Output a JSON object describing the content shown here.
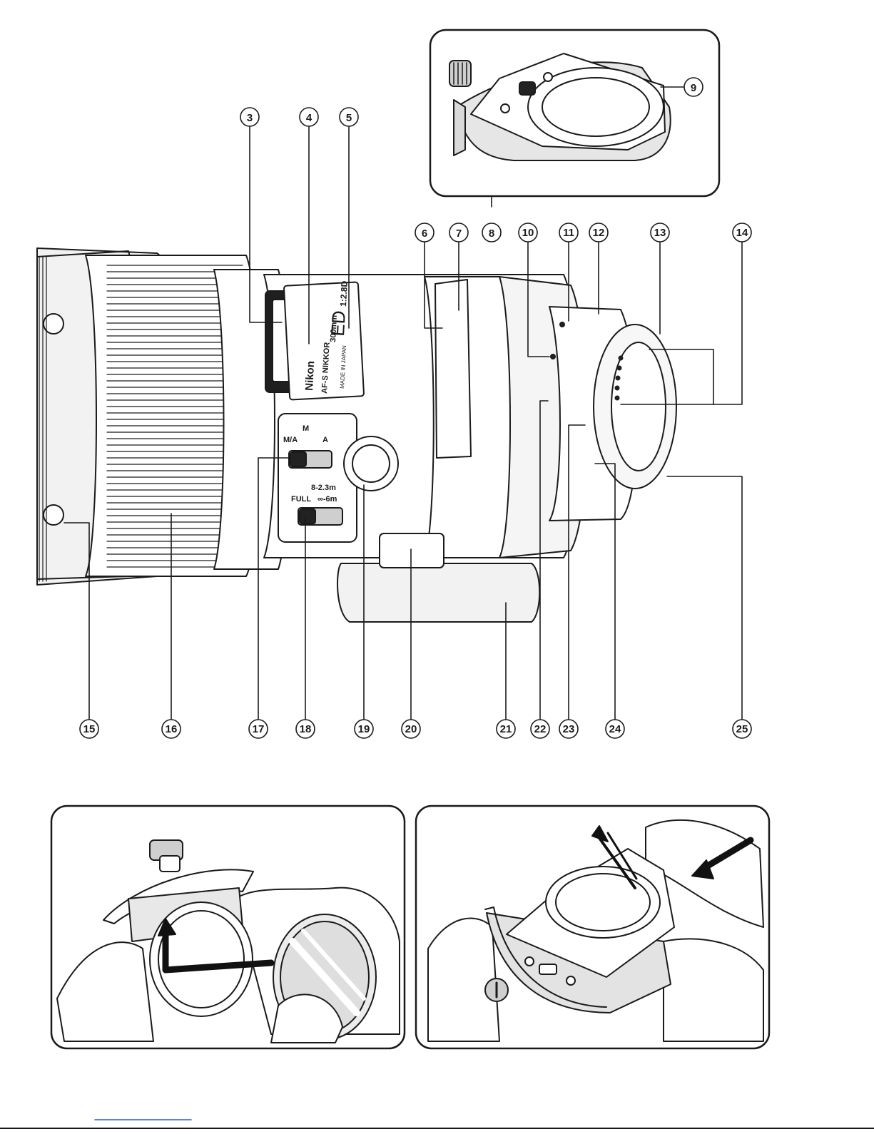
{
  "lens": {
    "brand": "Nikon",
    "mark": "ED",
    "model": "AF-S NIKKOR",
    "focal": "300mm",
    "aperture": "1:2.8D",
    "origin": "MADE IN JAPAN"
  },
  "switches": {
    "focus_mode": {
      "left": "M/A",
      "mid": "M",
      "right": "A"
    },
    "focus_limit": {
      "full": "FULL",
      "near": "8-2.3m",
      "far": "∞-6m"
    }
  },
  "callouts": {
    "c3": "3",
    "c4": "4",
    "c5": "5",
    "c6": "6",
    "c7": "7",
    "c8": "8",
    "c9": "9",
    "c10": "10",
    "c11": "11",
    "c12": "12",
    "c13": "13",
    "c14": "14",
    "c15": "15",
    "c16": "16",
    "c17": "17",
    "c18": "18",
    "c19": "19",
    "c20": "20",
    "c21": "21",
    "c22": "22",
    "c23": "23",
    "c24": "24",
    "c25": "25"
  },
  "colors": {
    "line": "#1a1a1a",
    "fill": "#ffffff",
    "shade": "#d9d9d9",
    "dark": "#222222",
    "footer_link": "#3355cc"
  }
}
